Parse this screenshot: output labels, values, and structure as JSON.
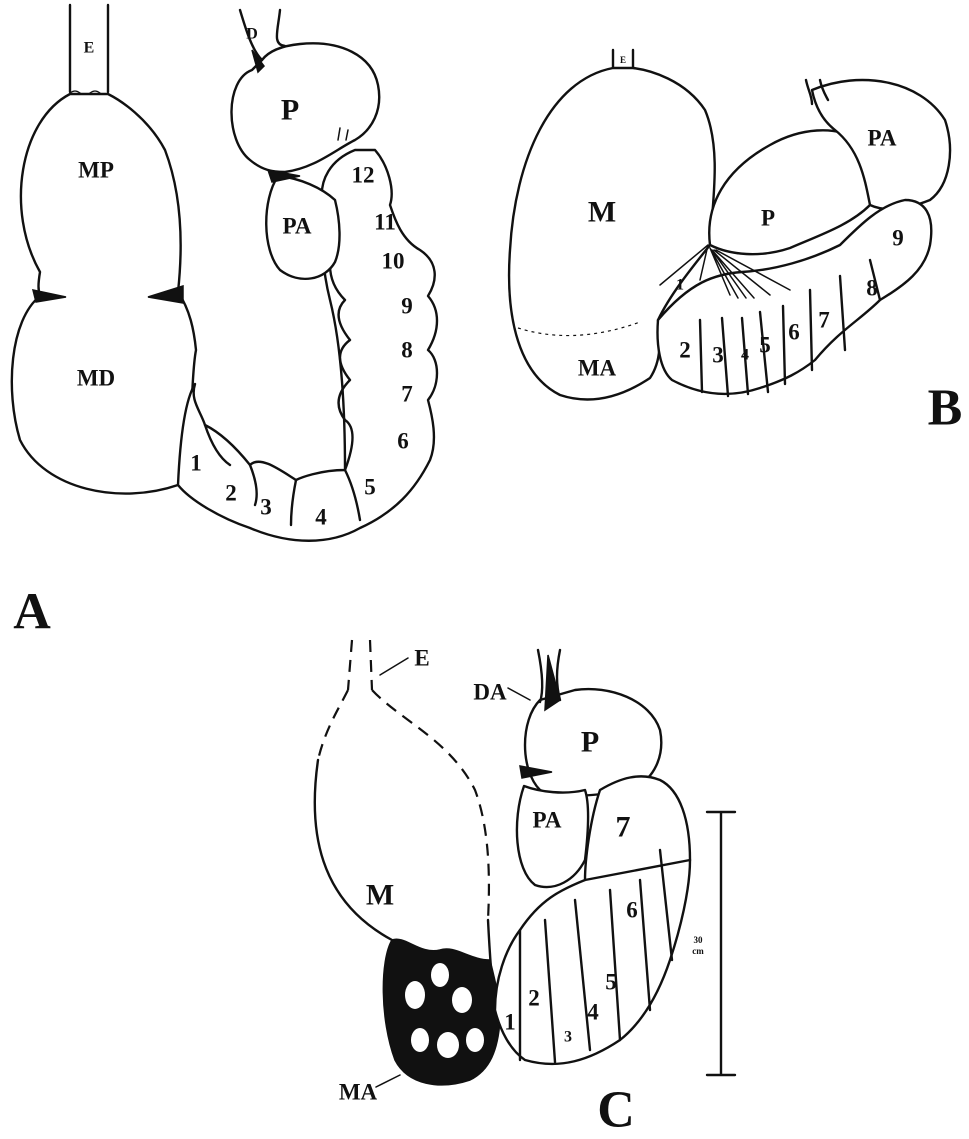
{
  "panels": {
    "A": {
      "panel_letter": "A",
      "labels": {
        "E": "E",
        "D": "D",
        "MP": "MP",
        "MD": "MD",
        "P": "P",
        "PA": "PA"
      },
      "chambers": [
        "1",
        "2",
        "3",
        "4",
        "5",
        "6",
        "7",
        "8",
        "9",
        "10",
        "11",
        "12"
      ]
    },
    "B": {
      "panel_letter": "B",
      "labels": {
        "E": "E",
        "M": "M",
        "MA": "MA",
        "P": "P",
        "PA": "PA"
      },
      "chambers": [
        "1",
        "2",
        "3",
        "4",
        "5",
        "6",
        "7",
        "8",
        "9"
      ]
    },
    "C": {
      "panel_letter": "C",
      "labels": {
        "E": "E",
        "DA": "DA",
        "M": "M",
        "MA": "MA",
        "P": "P",
        "PA": "PA"
      },
      "chambers": [
        "1",
        "2",
        "3",
        "4",
        "5",
        "6",
        "7"
      ],
      "scale_value": "30",
      "scale_unit": "cm"
    }
  }
}
